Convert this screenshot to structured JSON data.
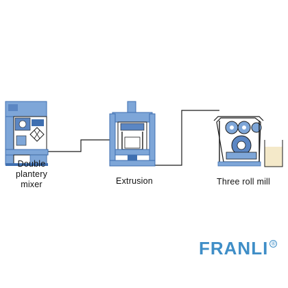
{
  "stages": [
    {
      "id": "mixer",
      "label_lines": [
        "Double",
        "plantery",
        "mixer"
      ]
    },
    {
      "id": "extrusion",
      "label_lines": [
        "Extrusion"
      ]
    },
    {
      "id": "mill",
      "label_lines": [
        "Three roll mill"
      ]
    }
  ],
  "logo": {
    "text": "FRANLI",
    "mark": "®"
  },
  "colors": {
    "machine_blue": "#7ea6d8",
    "machine_blue_dark": "#3f6fb0",
    "line": "#1a1a1a",
    "logo": "#3f8ec7",
    "container": "#f4e9c9"
  }
}
